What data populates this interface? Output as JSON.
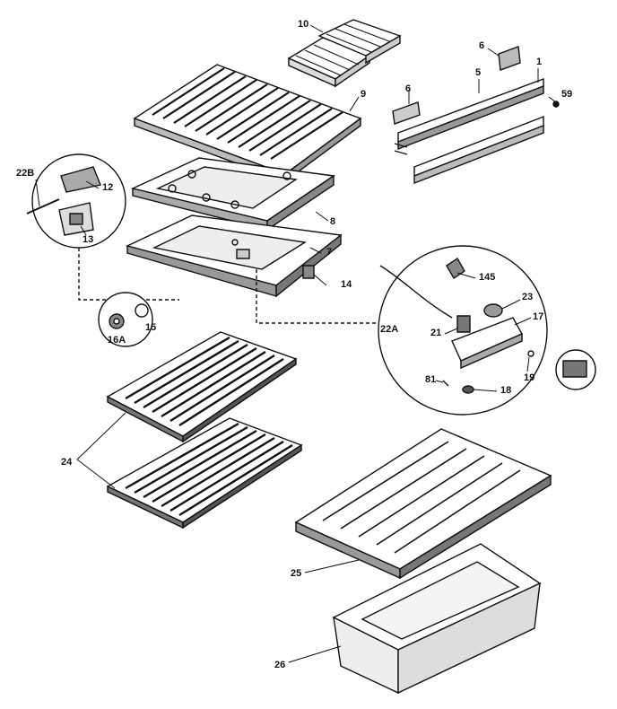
{
  "diagram": {
    "type": "exploded-parts-diagram",
    "callouts": {
      "c10": "10",
      "c6a": "6",
      "c1": "1",
      "c5": "5",
      "c59": "59",
      "c6b": "6",
      "c9": "9",
      "c22b": "22B",
      "c12": "12",
      "c13": "13",
      "c8": "8",
      "c7": "7",
      "c14": "14",
      "c145": "145",
      "c23": "23",
      "c17": "17",
      "c22a": "22A",
      "c21": "21",
      "c16a": "16A",
      "c15": "15",
      "c19": "19",
      "c81": "81",
      "c18": "18",
      "c24": "24",
      "c25": "25",
      "c26": "26"
    }
  }
}
